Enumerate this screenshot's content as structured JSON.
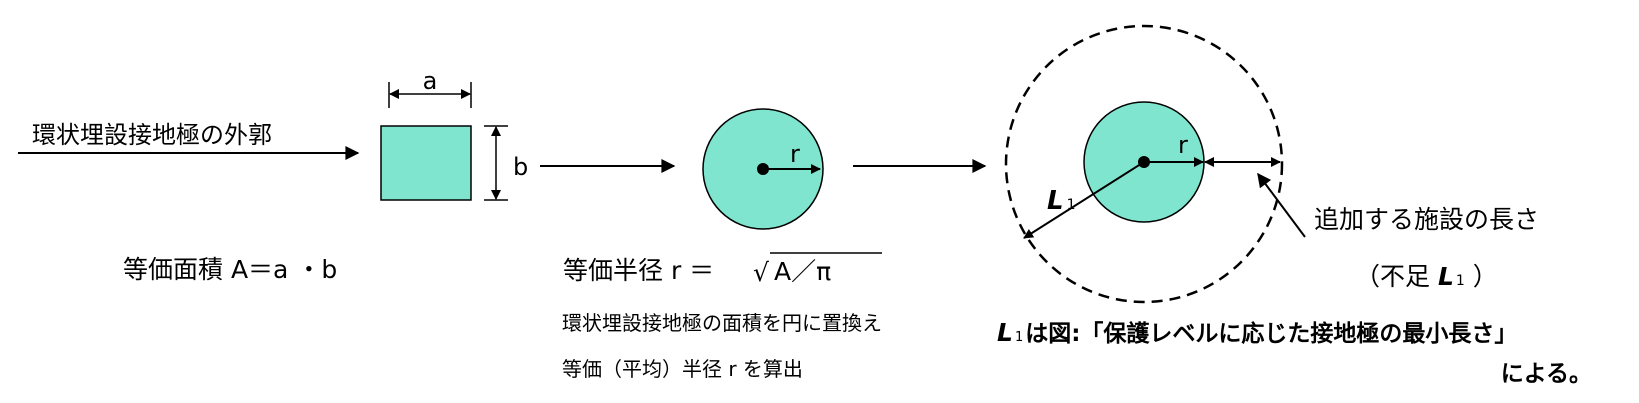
{
  "colors": {
    "fill": "#7fe5cf",
    "stroke": "#000000",
    "background": "#ffffff"
  },
  "square": {
    "top_label": "a",
    "side_label": "b"
  },
  "outer_label": "環状埋設接地極の外郭",
  "area_formula": "等価面積 A＝a ・b",
  "circle_radius_label": "r",
  "radius_formula_prefix": "等価半径 r ＝",
  "radius_formula_sqrt": "√",
  "radius_formula_radicand": "A／π",
  "replace_note": [
    "環状埋設接地極の面積を円に置換え",
    "等価（平均）半径 r を算出"
  ],
  "result": {
    "radius_label": "r",
    "l1_label": "L",
    "l1_sub": "1",
    "added_length_label": "追加する施設の長さ",
    "shortfall_prefix": "（不足 ",
    "shortfall_symbol": "L",
    "shortfall_sub": "1",
    "shortfall_suffix": " ）",
    "note_symbol": "L",
    "note_sub": "1",
    "note_line1": "は図:「保護レベルに応じた接地極の最小長さ」",
    "note_line2": "による。"
  }
}
